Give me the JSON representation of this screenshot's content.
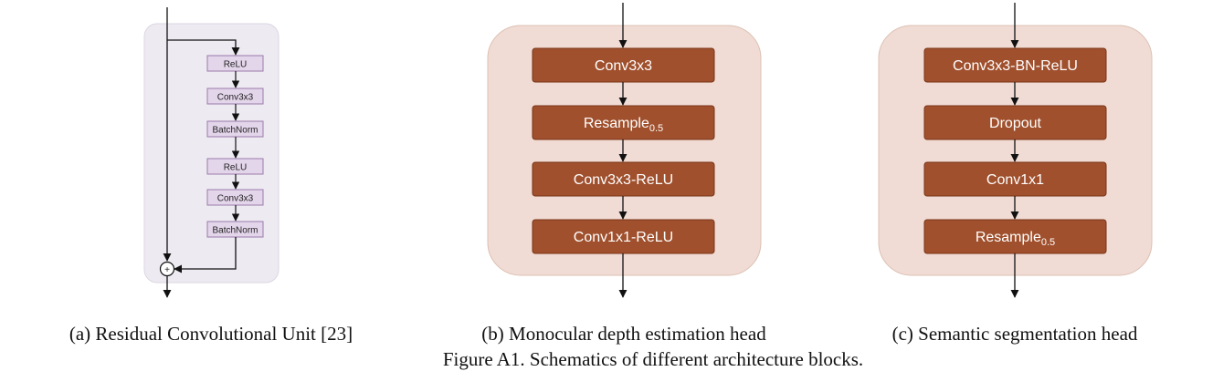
{
  "panel_a": {
    "blocks": [
      "ReLU",
      "Conv3x3",
      "BatchNorm",
      "ReLU",
      "Conv3x3",
      "BatchNorm"
    ],
    "sum_symbol": "+",
    "caption": "(a) Residual Convolutional Unit [23]"
  },
  "panel_b": {
    "blocks": [
      {
        "text": "Conv3x3",
        "sub": ""
      },
      {
        "text": "Resample",
        "sub": "0.5"
      },
      {
        "text": "Conv3x3-ReLU",
        "sub": ""
      },
      {
        "text": "Conv1x1-ReLU",
        "sub": ""
      }
    ],
    "caption": "(b) Monocular depth estimation head"
  },
  "panel_c": {
    "blocks": [
      {
        "text": "Conv3x3-BN-ReLU",
        "sub": ""
      },
      {
        "text": "Dropout",
        "sub": ""
      },
      {
        "text": "Conv1x1",
        "sub": ""
      },
      {
        "text": "Resample",
        "sub": "0.5"
      }
    ],
    "caption": "(c) Semantic segmentation head"
  },
  "figure_caption": "Figure A1. Schematics of different architecture blocks.",
  "colors": {
    "panel_a_bg": "#eeeaf2",
    "panel_a_block_fill": "#e3d5ea",
    "panel_a_block_stroke": "#9a7aaa",
    "head_bg": "#f0dcd4",
    "head_bg_stroke": "#dcc0b3",
    "head_block_fill": "#a0502d",
    "head_block_stroke": "#7a3518",
    "line": "#111111"
  }
}
